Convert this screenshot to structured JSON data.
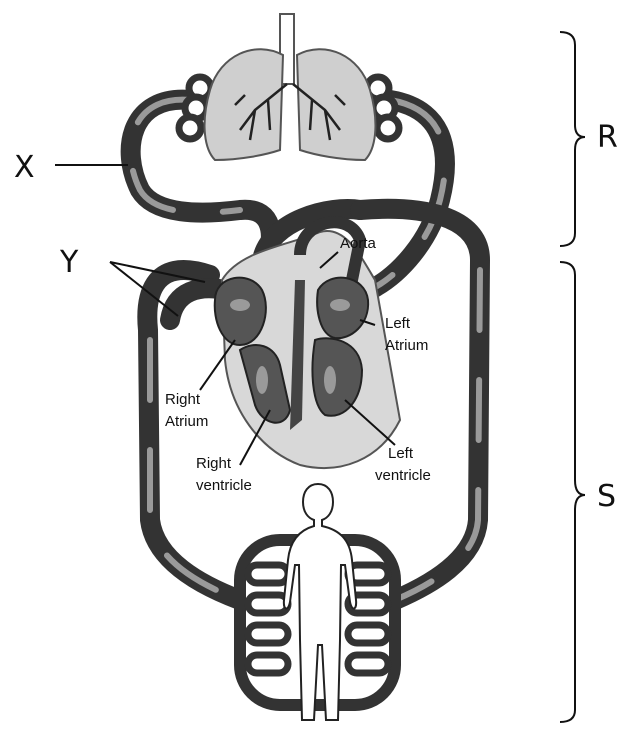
{
  "labels": {
    "x": "X",
    "y": "Y",
    "r": "R",
    "s": "S",
    "aorta": "Aorta",
    "left_atrium_1": "Left",
    "left_atrium_2": "Atrium",
    "right_atrium_1": "Right",
    "right_atrium_2": "Atrium",
    "right_ventricle_1": "Right",
    "right_ventricle_2": "ventricle",
    "left_ventricle_1": "Left",
    "left_ventricle_2": "ventricle"
  },
  "colors": {
    "vessel": "#333333",
    "vessel_highlight": "#9a9a9a",
    "heart_fill": "#d8d8d8",
    "heart_chamber": "#555555",
    "lung_fill": "#cfcfcf"
  }
}
